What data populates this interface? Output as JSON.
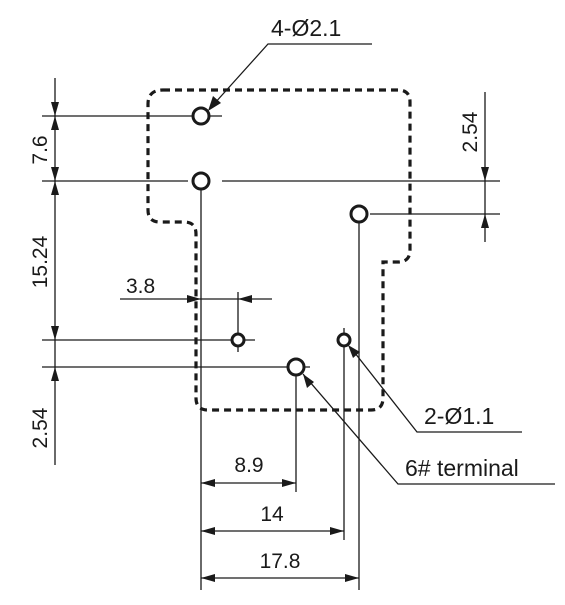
{
  "callouts": {
    "big_holes": "4-Ø2.1",
    "small_holes": "2-Ø1.1",
    "terminal": "6# terminal"
  },
  "dimensions": {
    "pitch_top": "7.6",
    "pitch_middle": "15.24",
    "pitch_bottom": "2.54",
    "pitch_right": "2.54",
    "offset_small": "3.8",
    "width_1": "8.9",
    "width_2": "14",
    "width_3": "17.8"
  }
}
